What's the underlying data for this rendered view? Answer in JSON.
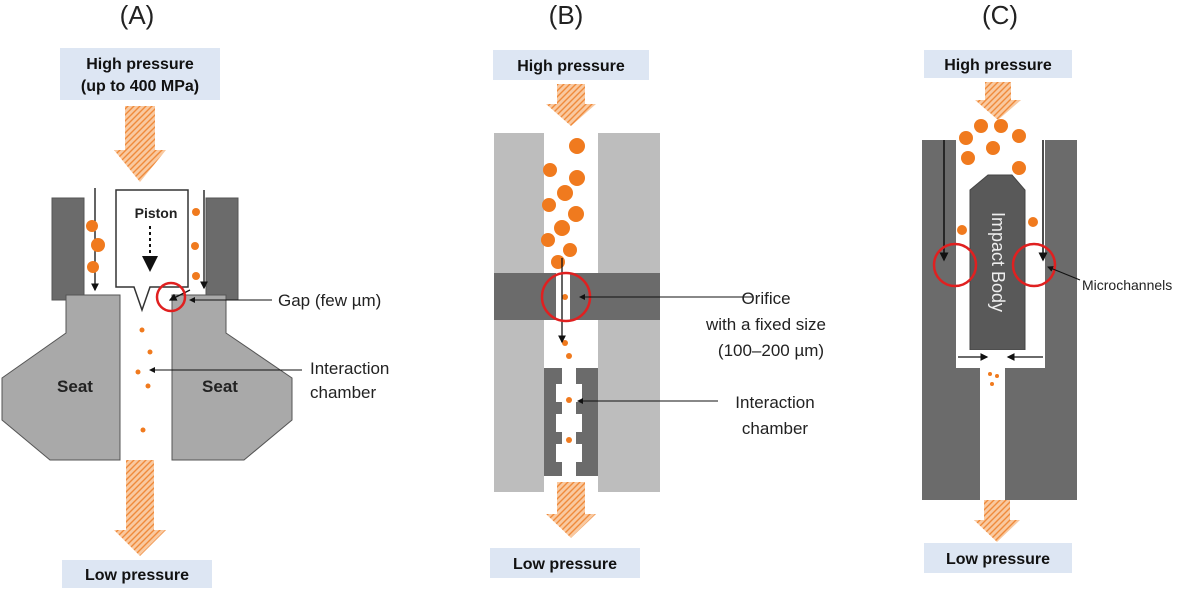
{
  "panels": {
    "a": {
      "letter": "(A)",
      "high_line1": "High pressure",
      "high_line2": "(up to 400 MPa)",
      "piston": "Piston",
      "gap": "Gap (few µm)",
      "seat_left": "Seat",
      "seat_right": "Seat",
      "chamber_line1": "Interaction",
      "chamber_line2": "chamber",
      "low": "Low pressure"
    },
    "b": {
      "letter": "(B)",
      "high": "High pressure",
      "orifice_line1": "Orifice",
      "orifice_line2": "with a fixed size",
      "orifice_line3": "(100–200 µm)",
      "chamber_line1": "Interaction",
      "chamber_line2": "chamber",
      "low": "Low pressure"
    },
    "c": {
      "letter": "(C)",
      "high": "High pressure",
      "impact": "Impact Body",
      "microchannels": "Microchannels",
      "low": "Low pressure"
    }
  },
  "colors": {
    "label_box": "#dde6f3",
    "droplet": "#f07a1e",
    "arrow_fill": "#f6b27a",
    "dark_gray": "#6b6b6b",
    "mid_gray": "#9a9a9a",
    "light_gray": "#bdbdbd",
    "highlight_ring": "#e02020"
  }
}
